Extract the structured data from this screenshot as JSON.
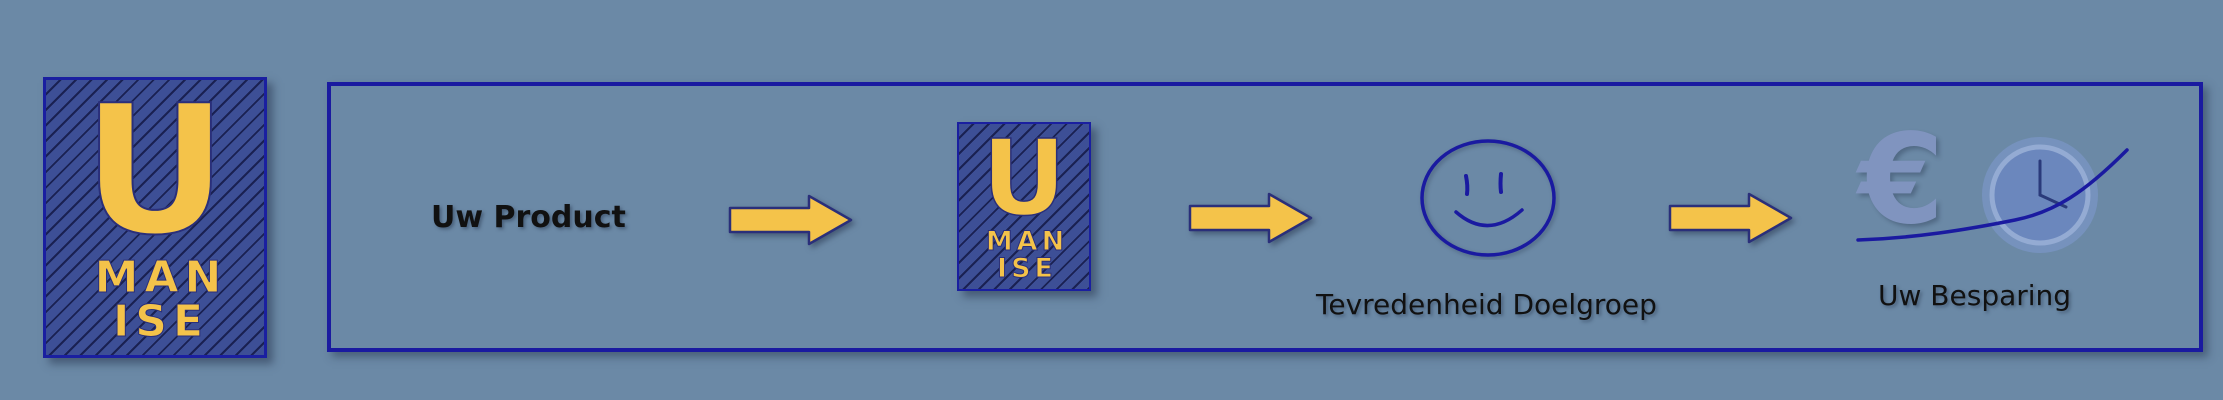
{
  "logo_large": {
    "letter": "U",
    "line1": "MAN",
    "line2": "ISE"
  },
  "logo_small": {
    "letter": "U",
    "line1": "MAN",
    "line2": "ISE"
  },
  "steps": {
    "product_label": "Uw Product",
    "satisfaction_label": "Tevredenheid Doelgroep",
    "savings_label": "Uw Besparing",
    "euro_symbol": "€"
  },
  "icons": [
    "smiley-icon",
    "euro-icon",
    "clock-icon",
    "arrow-right-icon"
  ],
  "colors": {
    "background": "#6b89a6",
    "frame": "#1a1aa0",
    "accent_yellow": "#f4c34a",
    "logo_blue": "#3d4f96"
  }
}
